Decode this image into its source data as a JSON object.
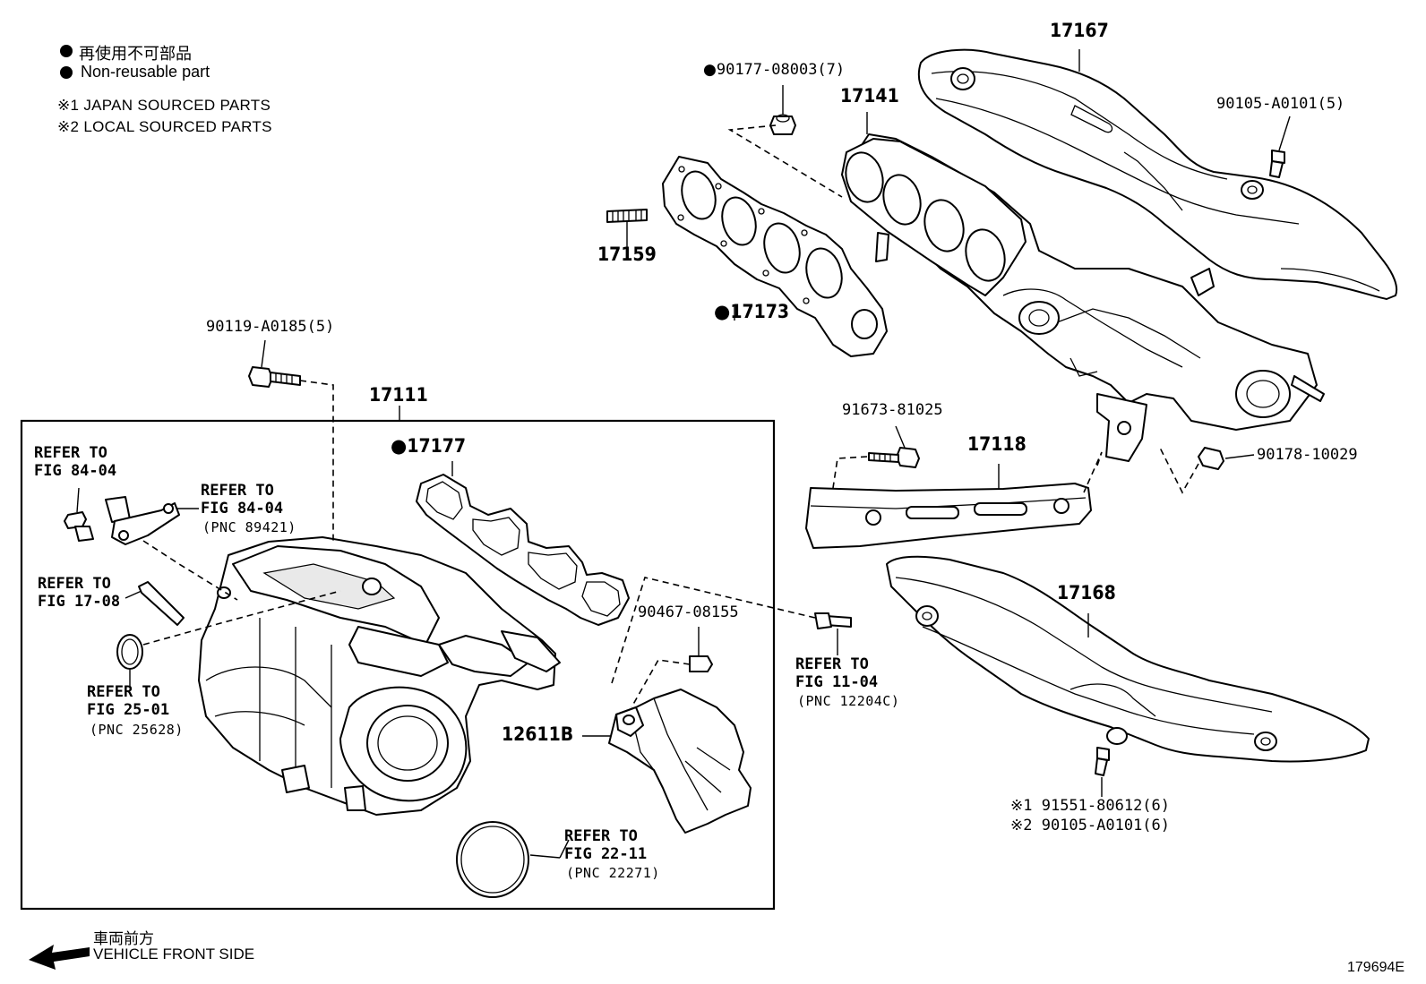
{
  "legend": {
    "nonreusable_ja": "再使用不可部品",
    "nonreusable_en": "Non-reusable part",
    "note1": "※1 JAPAN SOURCED PARTS",
    "note2": "※2 LOCAL SOURCED PARTS",
    "bullet": "●",
    "note_mark": "※"
  },
  "parts": {
    "p17167": "17167",
    "p90177": "90177-08003(7)",
    "p17141": "17141",
    "p90105": "90105-A0101(5)",
    "p17159": "17159",
    "p17173": "17173",
    "p90119": "90119-A0185(5)",
    "p17111": "17111",
    "p17177": "17177",
    "p91673": "91673-81025",
    "p17118": "17118",
    "p90178": "90178-10029",
    "p90467": "90467-08155",
    "p12611": "12611B",
    "p17168": "17168",
    "p191551": "1 91551-80612(6)",
    "p290105": "2 90105-A0101(6)"
  },
  "refs": {
    "r84a": "REFER TO\nFIG 84-04",
    "r84b": "REFER TO\nFIG 84-04",
    "r84b_pnc": "(PNC 89421)",
    "r17": "REFER TO\nFIG 17-08",
    "r25": "REFER TO\nFIG 25-01",
    "r25_pnc": "(PNC 25628)",
    "r11": "REFER TO\nFIG 11-04",
    "r11_pnc": "(PNC 12204C)",
    "r22": "REFER TO\nFIG 22-11",
    "r22_pnc": "(PNC 22271)"
  },
  "footer": {
    "front_ja": "車両前方",
    "front_en": "VEHICLE FRONT SIDE",
    "illustration_no": "179694E"
  }
}
